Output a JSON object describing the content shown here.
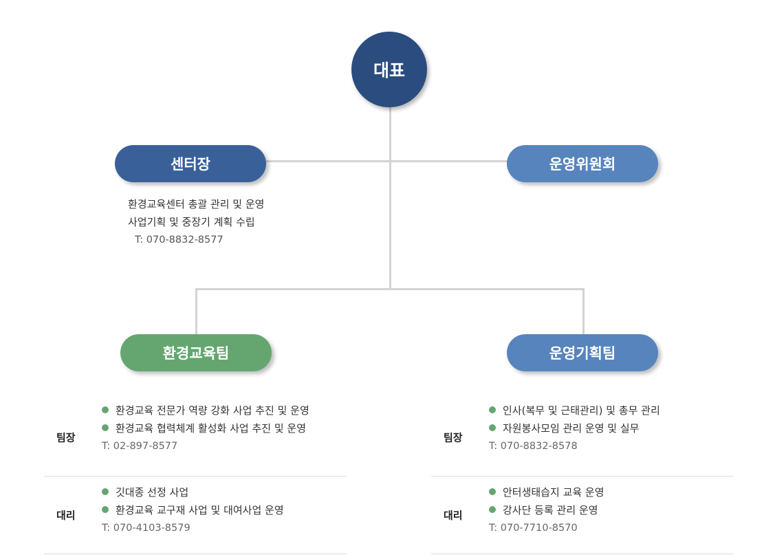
{
  "ceo": {
    "label": "대표"
  },
  "director": {
    "label": "센터장",
    "duties": [
      "환경교육센터 총괄 관리 및 운영",
      "사업기획 및 중장기 계획 수립"
    ],
    "tel": "T: 070-8832-8577"
  },
  "committee": {
    "label": "운영위원회"
  },
  "teams": [
    {
      "label": "환경교육팀",
      "members": [
        {
          "role": "팀장",
          "duties": [
            "환경교육 전문가 역량 강화 사업 추진 및 운영",
            "환경교육 협력체계 활성화 사업 추진 및 운영"
          ],
          "tel": "T: 02-897-8577"
        },
        {
          "role": "대리",
          "duties": [
            "깃대종 선정 사업",
            "환경교육 교구재 사업 및 대여사업 운영"
          ],
          "tel": "T: 070-4103-8579"
        }
      ]
    },
    {
      "label": "운영기획팀",
      "members": [
        {
          "role": "팀장",
          "duties": [
            "인사(복무 및 근태관리) 및 총무 관리",
            "자원봉사모임 관리 운영 및 실무"
          ],
          "tel": "T: 070-8832-8578"
        },
        {
          "role": "대리",
          "duties": [
            "안터생태습지 교육 운영",
            "강사단 등록 관리 운영"
          ],
          "tel": "T: 070-7710-8570"
        }
      ]
    }
  ],
  "colors": {
    "ceo": "#2b4c7e",
    "director": "#3a609a",
    "committee": "#5784bd",
    "env_team": "#65a670",
    "ops_team": "#5784bd",
    "bullet": "#65a670",
    "connector": "#d3d3d3"
  }
}
